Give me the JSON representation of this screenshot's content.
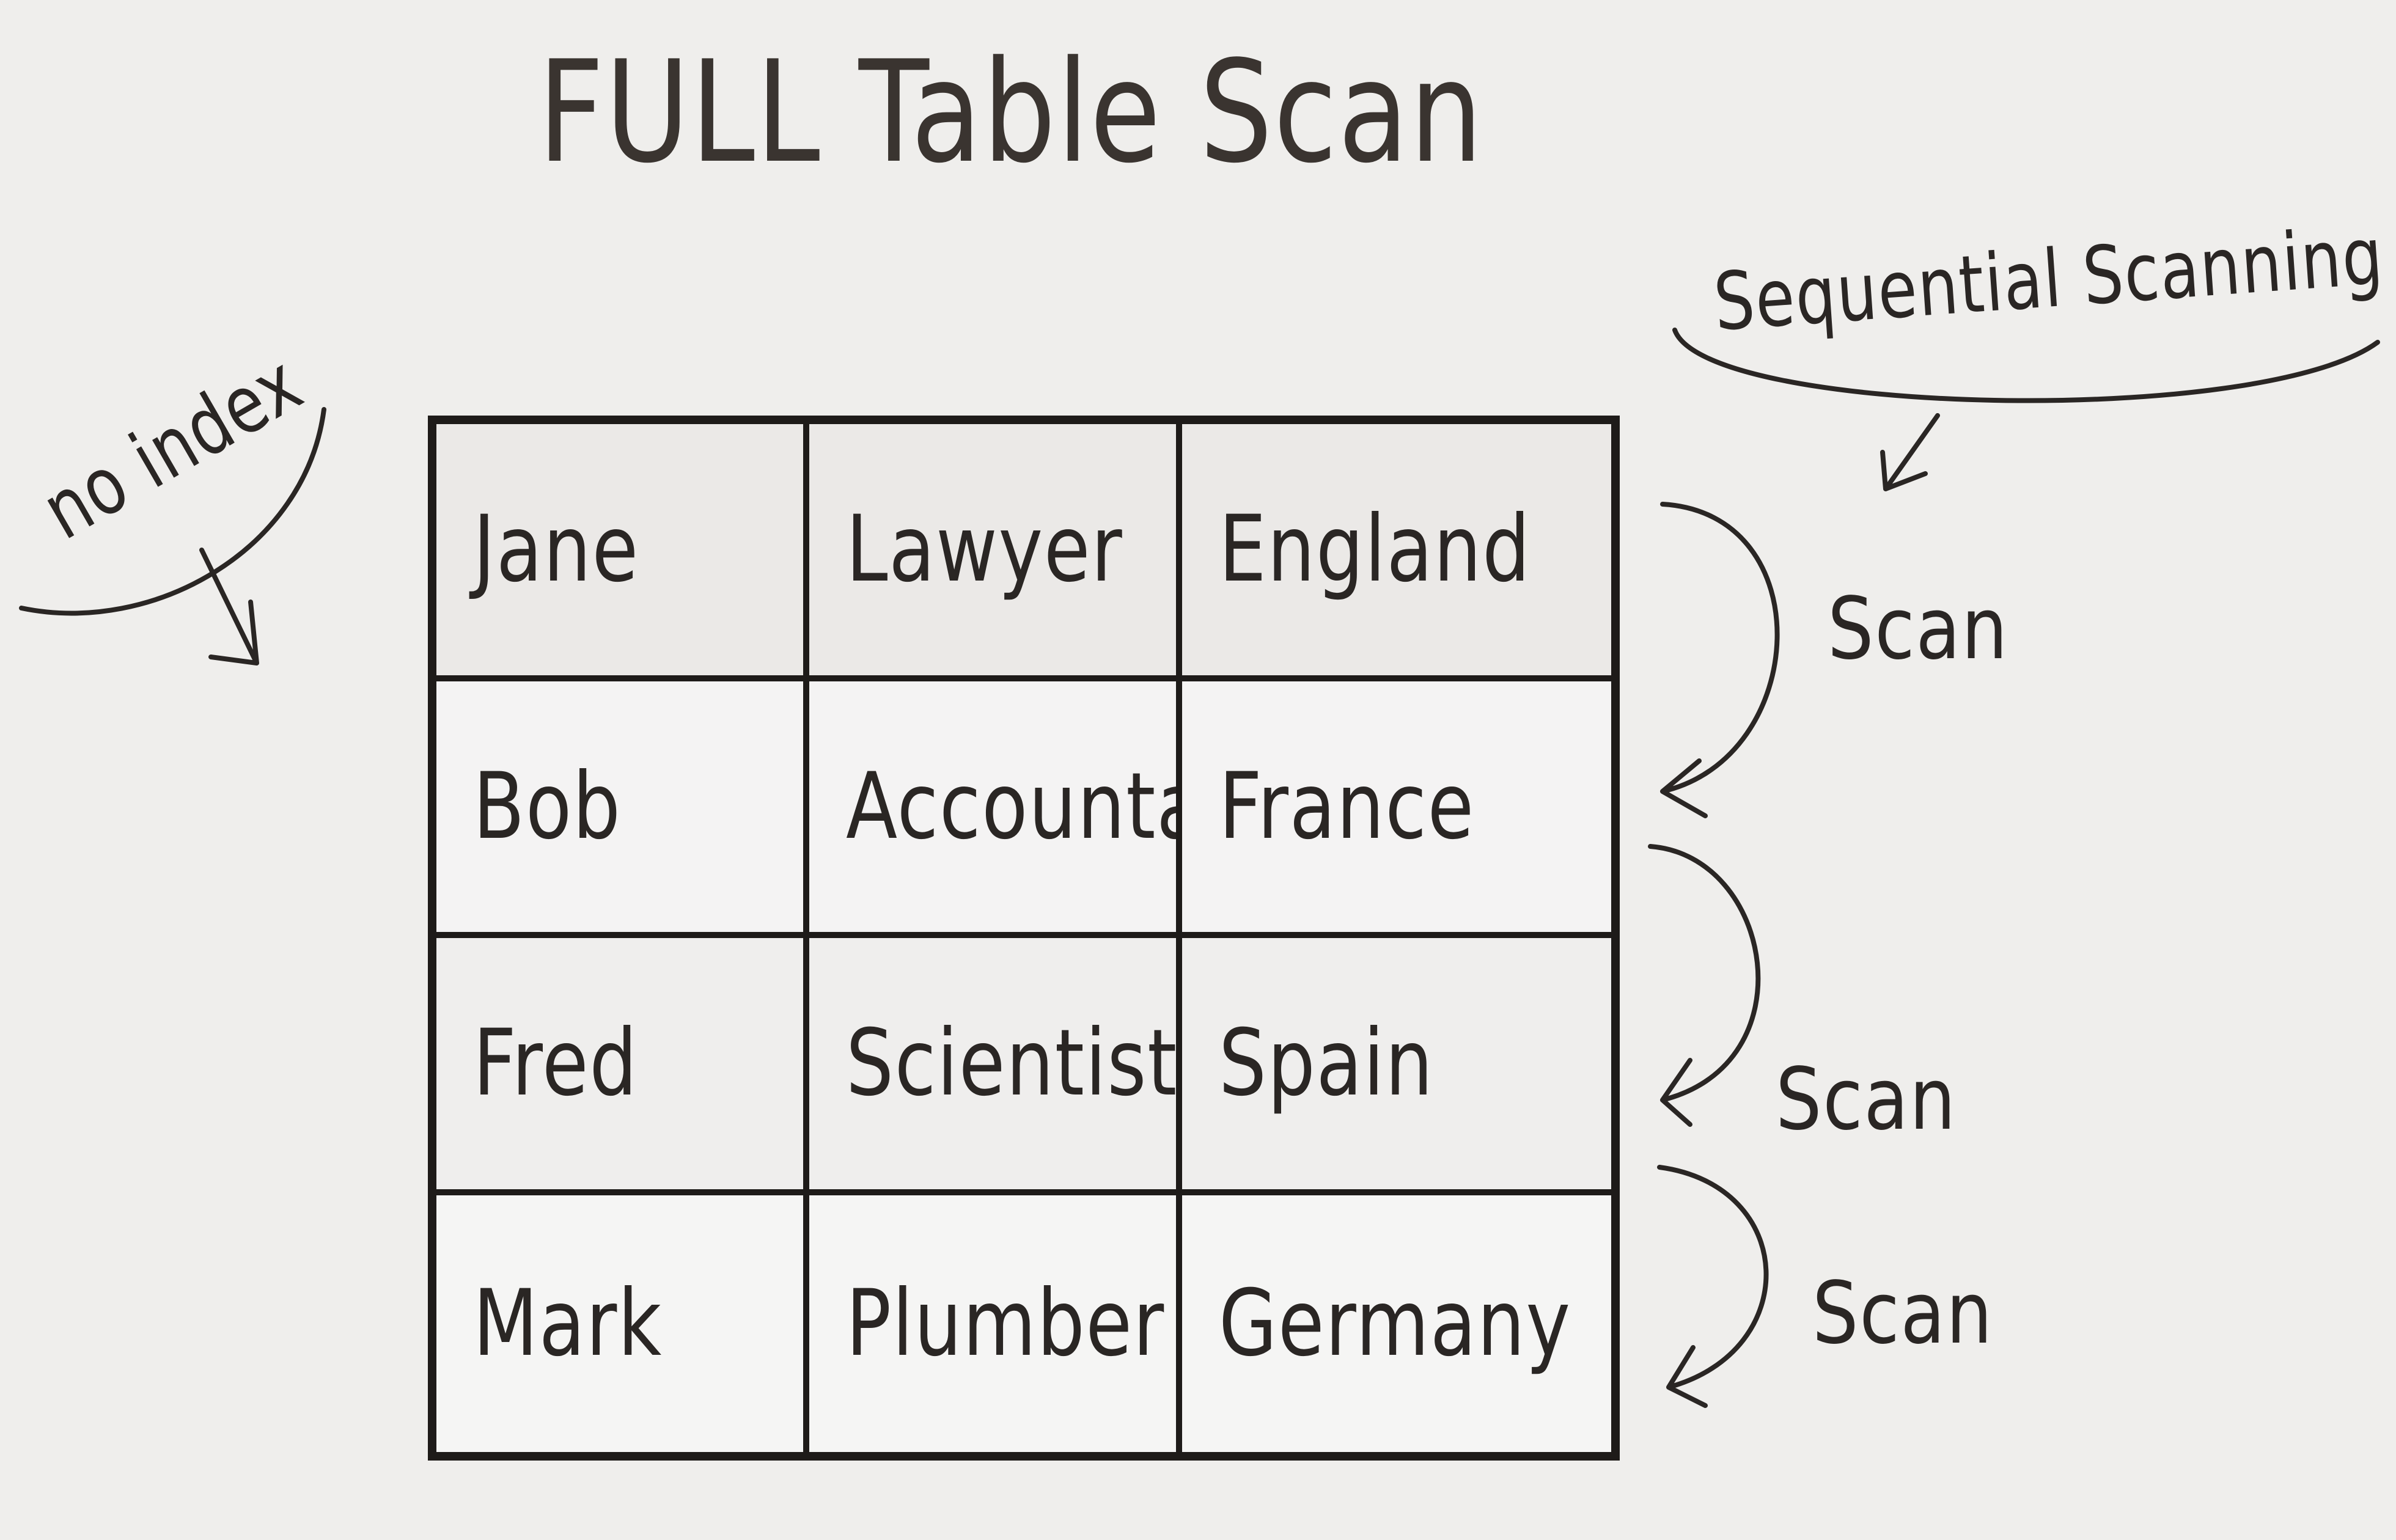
{
  "title": "FULL Table Scan",
  "annotations": {
    "left_note": "no index",
    "top_right_note": "Sequential Scanning",
    "scan_labels": [
      "Scan",
      "Scan",
      "Scan"
    ]
  },
  "table": {
    "rows": [
      [
        "Jane",
        "Lawyer",
        "England"
      ],
      [
        "Bob",
        "Accountant",
        "France"
      ],
      [
        "Fred",
        "Scientist",
        "Spain"
      ],
      [
        "Mark",
        "Plumber",
        "Germany"
      ]
    ]
  }
}
